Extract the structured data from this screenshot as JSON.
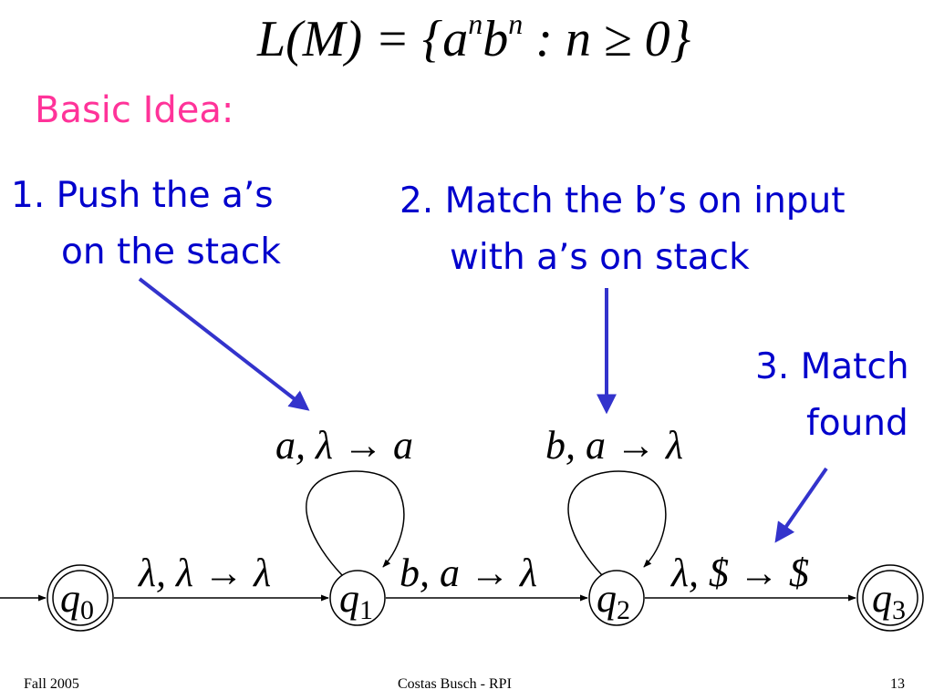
{
  "language": {
    "lhs": "L(M)",
    "equals": "=",
    "set_open": "{",
    "a": "a",
    "exp1": "n",
    "b": "b",
    "exp2": "n",
    "condition": ": n ≥ 0",
    "set_close": "}"
  },
  "heading": "Basic Idea:",
  "notes": [
    {
      "line1": "1. Push the a’s",
      "line2": "on the stack"
    },
    {
      "line1": "2. Match the b’s on input",
      "line2": "with a’s on stack"
    },
    {
      "line1": "3. Match",
      "line2": "found"
    }
  ],
  "states": [
    {
      "name": "q",
      "sub": "0",
      "accepting": true
    },
    {
      "name": "q",
      "sub": "1",
      "accepting": false
    },
    {
      "name": "q",
      "sub": "2",
      "accepting": false
    },
    {
      "name": "q",
      "sub": "3",
      "accepting": true
    }
  ],
  "transitions": [
    {
      "from": "q0",
      "to": "q1",
      "label": "λ, λ → λ"
    },
    {
      "from": "q1",
      "to": "q2",
      "label": "b, a → λ"
    },
    {
      "from": "q2",
      "to": "q3",
      "label": "λ, $ → $"
    }
  ],
  "loops": [
    {
      "state": "q1",
      "label": "a, λ → a"
    },
    {
      "state": "q2",
      "label": "b, a → λ"
    }
  ],
  "colors": {
    "heading": "#ff3399",
    "notes": "#0000cc",
    "arrows": "#3333cc"
  },
  "footer": {
    "left": "Fall 2005",
    "center": "Costas Busch - RPI",
    "right": "13"
  }
}
